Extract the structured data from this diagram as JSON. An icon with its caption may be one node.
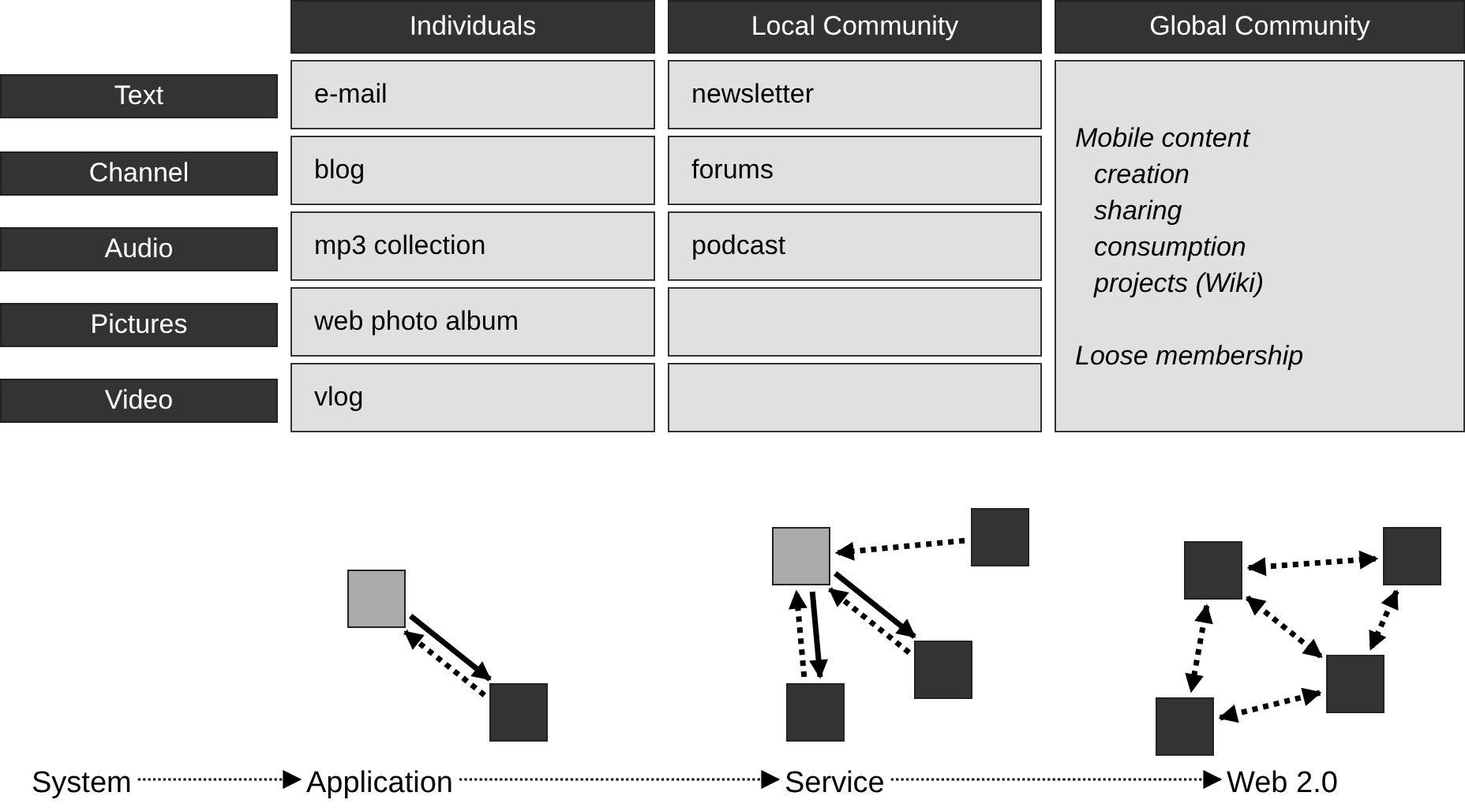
{
  "diagram": {
    "nodes": [
      {
        "text": [
          "Individuals"
        ]
      },
      {
        "text": [
          "Local Community"
        ]
      },
      {
        "text": [
          "Global Community"
        ]
      },
      {
        "text": [
          "Text"
        ]
      },
      {
        "text": [
          "e-mail"
        ]
      },
      {
        "text": [
          "newsletter"
        ]
      },
      {
        "text": [
          "Mobile content",
          "creation",
          "sharing",
          "consumption",
          "projects (Wiki)",
          "Loose membership"
        ]
      },
      {
        "text": [
          "Channel"
        ]
      },
      {
        "text": [
          "blog"
        ]
      },
      {
        "text": [
          "forums"
        ]
      },
      {
        "text": [
          "Audio"
        ]
      },
      {
        "text": [
          "mp3 collection"
        ]
      },
      {
        "text": [
          "podcast"
        ]
      },
      {
        "text": [
          "Pictures"
        ]
      },
      {
        "text": [
          "web photo album"
        ]
      },
      {
        "text": [],
        "shape": "box"
      },
      {
        "text": [
          "Video"
        ]
      },
      {
        "text": [
          "vlog"
        ]
      },
      {
        "text": [],
        "shape": "box"
      },
      {
        "text": [],
        "shape": "box"
      },
      {
        "text": [],
        "shape": "box"
      },
      {
        "text": [],
        "shape": "box"
      },
      {
        "text": [],
        "shape": "box"
      },
      {
        "text": [],
        "shape": "box"
      },
      {
        "text": [],
        "shape": "box"
      },
      {
        "text": [],
        "shape": "box"
      },
      {
        "text": [],
        "shape": "box"
      },
      {
        "text": [],
        "shape": "box"
      },
      {
        "text": [],
        "shape": "box"
      },
      {
        "text": [
          "System"
        ]
      },
      {
        "text": [
          "Application"
        ]
      },
      {
        "text": [
          "Service"
        ]
      },
      {
        "text": [
          "Web 2.0"
        ]
      }
    ],
    "edges": [
      {
        "from": 19,
        "to": 20,
        "arrow": "to"
      },
      {
        "from": 20,
        "to": 19,
        "arrow": "to",
        "style": "dashed"
      },
      {
        "from": 22,
        "to": 21,
        "arrow": "to",
        "style": "dashed"
      },
      {
        "from": 21,
        "to": 23,
        "arrow": "to"
      },
      {
        "from": 23,
        "to": 21,
        "arrow": "to",
        "style": "dashed"
      },
      {
        "from": 21,
        "to": 24,
        "arrow": "to"
      },
      {
        "from": 24,
        "to": 21,
        "arrow": "to",
        "style": "dashed"
      },
      {
        "from": 25,
        "to": 26,
        "arrow": "both",
        "style": "dashed"
      },
      {
        "from": 25,
        "to": 27,
        "arrow": "both",
        "style": "dashed"
      },
      {
        "from": 26,
        "to": 27,
        "arrow": "both",
        "style": "dashed"
      },
      {
        "from": 25,
        "to": 28,
        "arrow": "both",
        "style": "dashed"
      },
      {
        "from": 28,
        "to": 27,
        "arrow": "both",
        "style": "dashed"
      },
      {
        "from": 29,
        "to": 30,
        "arrow": "to",
        "style": "dashed"
      },
      {
        "from": 30,
        "to": 31,
        "arrow": "to",
        "style": "dashed"
      },
      {
        "from": 31,
        "to": 32,
        "arrow": "to",
        "style": "dashed"
      }
    ]
  }
}
